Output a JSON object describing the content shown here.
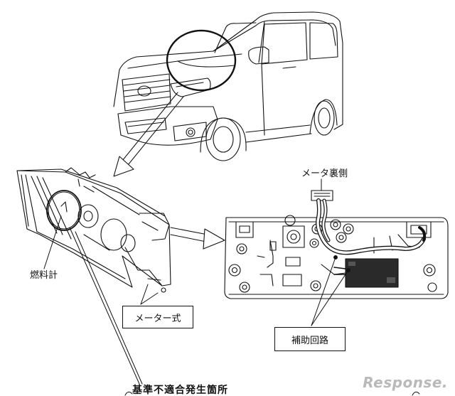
{
  "labels": {
    "meter_back": "メータ裏側",
    "fuel_gauge": "燃料計",
    "meter_assembly": "メーター式",
    "aux_circuit": "補助回路",
    "title": "基準不適合発生箇所"
  },
  "watermark": "Response.",
  "colors": {
    "line": "#111111",
    "module": "#2a2a2a",
    "watermark": "#b9b9b9"
  }
}
